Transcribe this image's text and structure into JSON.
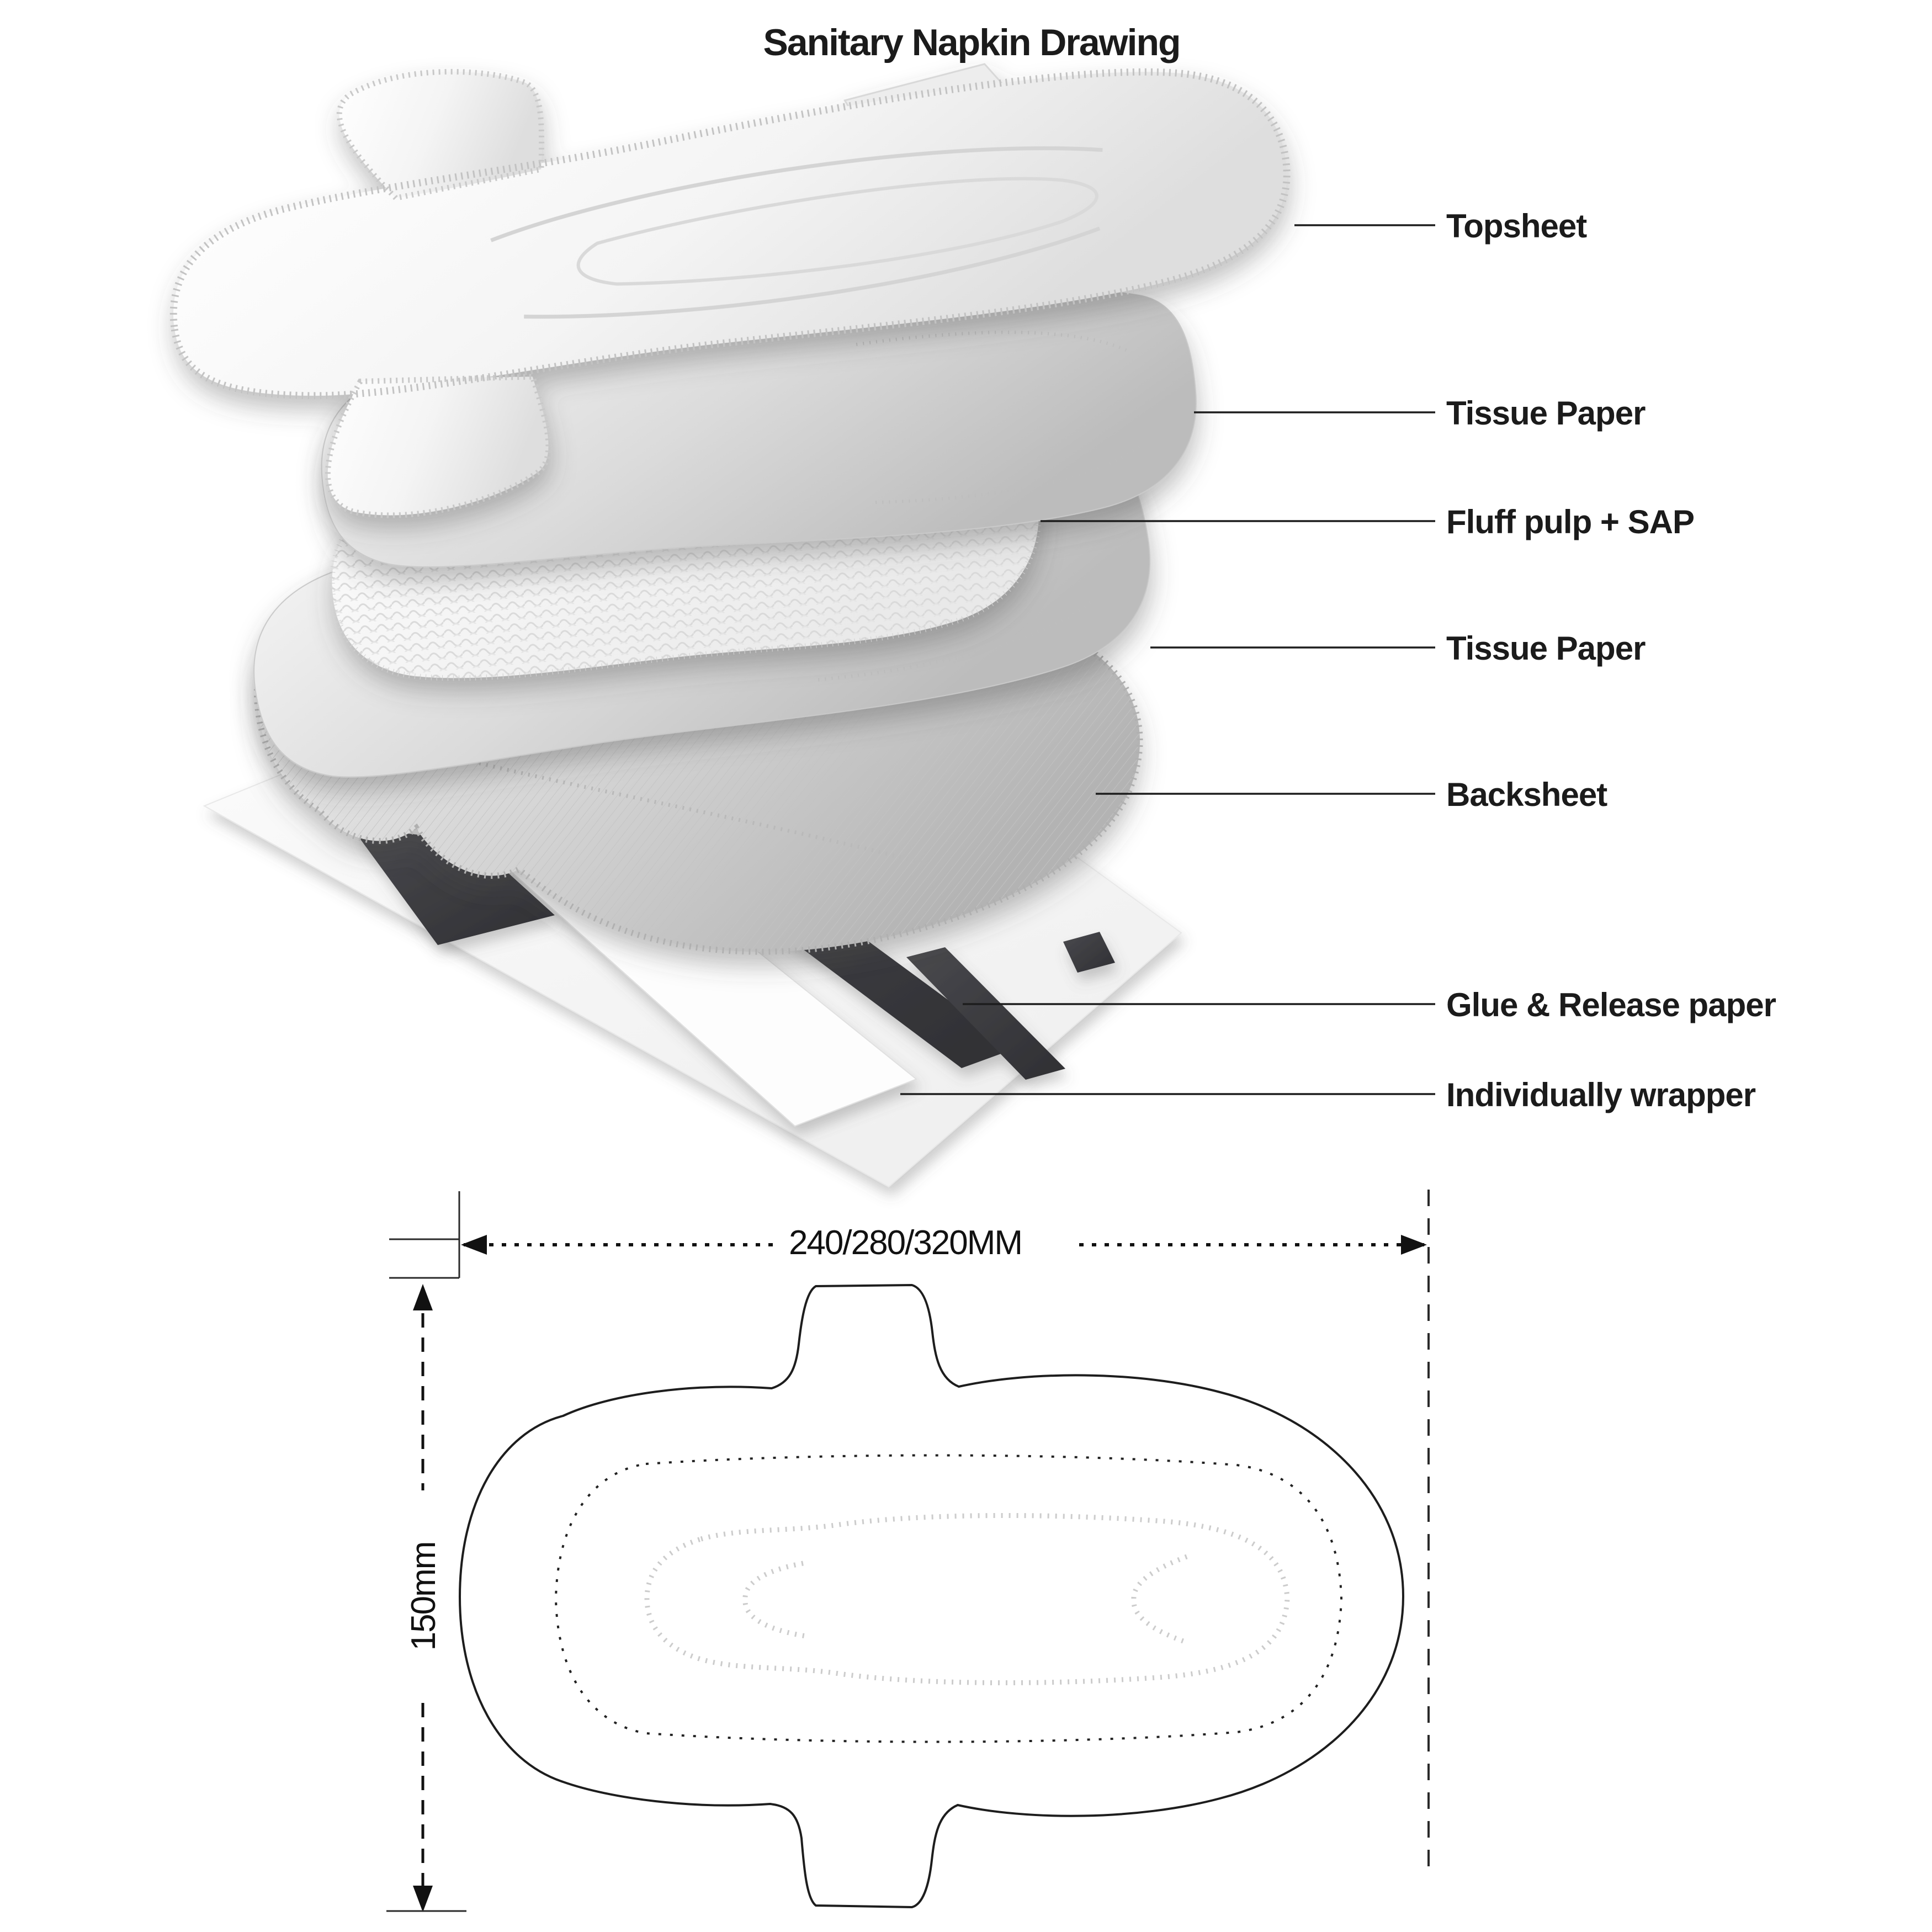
{
  "title": "Sanitary Napkin Drawing",
  "labels": [
    {
      "id": "topsheet",
      "text": "Topsheet"
    },
    {
      "id": "tissue-paper-top",
      "text": "Tissue Paper"
    },
    {
      "id": "fluff-pulp-sap",
      "text": "Fluff pulp + SAP"
    },
    {
      "id": "tissue-paper-bottom",
      "text": "Tissue Paper"
    },
    {
      "id": "backsheet",
      "text": "Backsheet"
    },
    {
      "id": "glue-release-paper",
      "text": "Glue & Release paper"
    },
    {
      "id": "individually-wrapper",
      "text": "Individually wrapper"
    }
  ],
  "dimensions": {
    "length": "240/280/320MM",
    "width": "150mm"
  },
  "colors": {
    "line": "#1d1d1d",
    "label_text": "#1b1b1b",
    "glue_strip": "#3e3e42",
    "layer_gray": "#bfbfbf"
  }
}
